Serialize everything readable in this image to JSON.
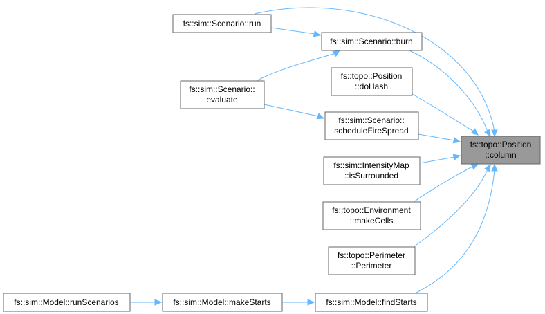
{
  "nodes": {
    "column": {
      "lines": [
        "fs::topo::Position",
        "::column"
      ]
    },
    "run": {
      "lines": [
        "fs::sim::Scenario::run"
      ]
    },
    "burn": {
      "lines": [
        "fs::sim::Scenario::burn"
      ]
    },
    "doHash": {
      "lines": [
        "fs::topo::Position",
        "::doHash"
      ]
    },
    "evaluate": {
      "lines": [
        "fs::sim::Scenario::",
        "evaluate"
      ]
    },
    "scheduleFireSpread": {
      "lines": [
        "fs::sim::Scenario::",
        "scheduleFireSpread"
      ]
    },
    "isSurrounded": {
      "lines": [
        "fs::sim::IntensityMap",
        "::isSurrounded"
      ]
    },
    "makeCells": {
      "lines": [
        "fs::topo::Environment",
        "::makeCells"
      ]
    },
    "perimeter": {
      "lines": [
        "fs::topo::Perimeter",
        "::Perimeter"
      ]
    },
    "findStarts": {
      "lines": [
        "fs::sim::Model::findStarts"
      ]
    },
    "makeStarts": {
      "lines": [
        "fs::sim::Model::makeStarts"
      ]
    },
    "runScenarios": {
      "lines": [
        "fs::sim::Model::runScenarios"
      ]
    }
  },
  "edges": [
    [
      "run",
      "column"
    ],
    [
      "run",
      "burn"
    ],
    [
      "burn",
      "column"
    ],
    [
      "evaluate",
      "burn"
    ],
    [
      "doHash",
      "column"
    ],
    [
      "evaluate",
      "scheduleFireSpread"
    ],
    [
      "scheduleFireSpread",
      "column"
    ],
    [
      "isSurrounded",
      "column"
    ],
    [
      "makeCells",
      "column"
    ],
    [
      "perimeter",
      "column"
    ],
    [
      "findStarts",
      "column"
    ],
    [
      "makeStarts",
      "findStarts"
    ],
    [
      "runScenarios",
      "makeStarts"
    ]
  ],
  "colors": {
    "edge": "#63b8ff",
    "node_border": "#666666",
    "focus_fill": "#999999"
  }
}
